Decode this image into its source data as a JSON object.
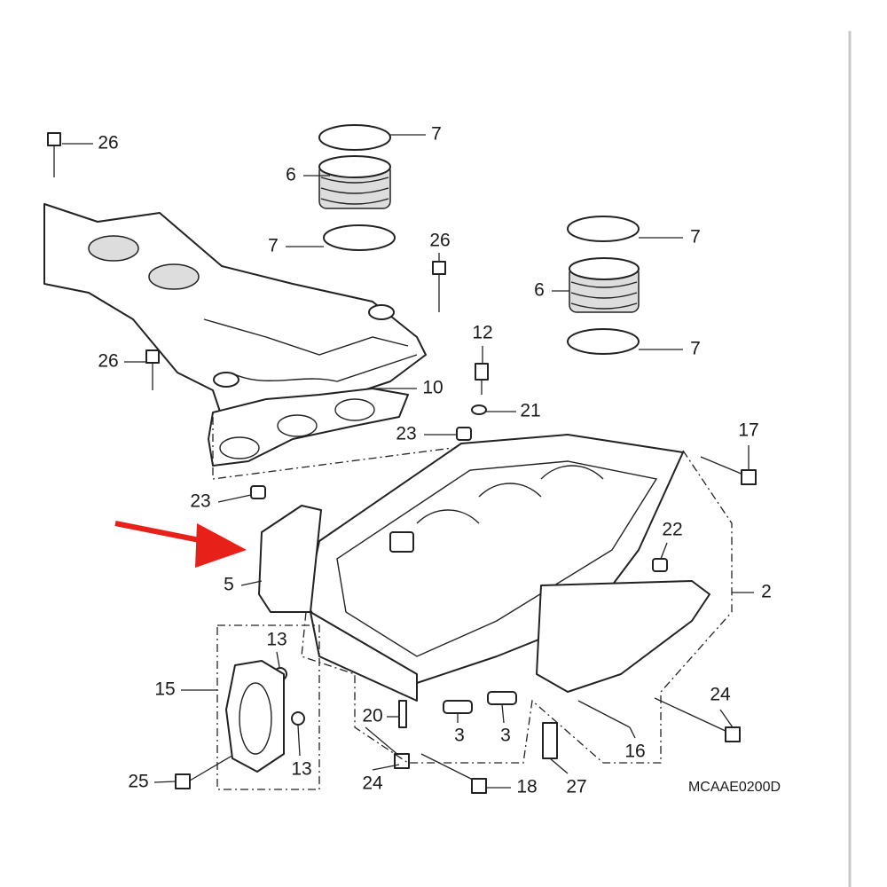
{
  "diagram": {
    "type": "exploded parts diagram",
    "code": "MCAAE0200D",
    "callouts": [
      "26",
      "7",
      "6",
      "7",
      "26",
      "7",
      "6",
      "7",
      "12",
      "26",
      "10",
      "21",
      "23",
      "17",
      "23",
      "22",
      "5",
      "2",
      "13",
      "15",
      "24",
      "20",
      "3",
      "3",
      "16",
      "13",
      "25",
      "24",
      "18",
      "27"
    ],
    "arrow_color": "#e8201a"
  }
}
